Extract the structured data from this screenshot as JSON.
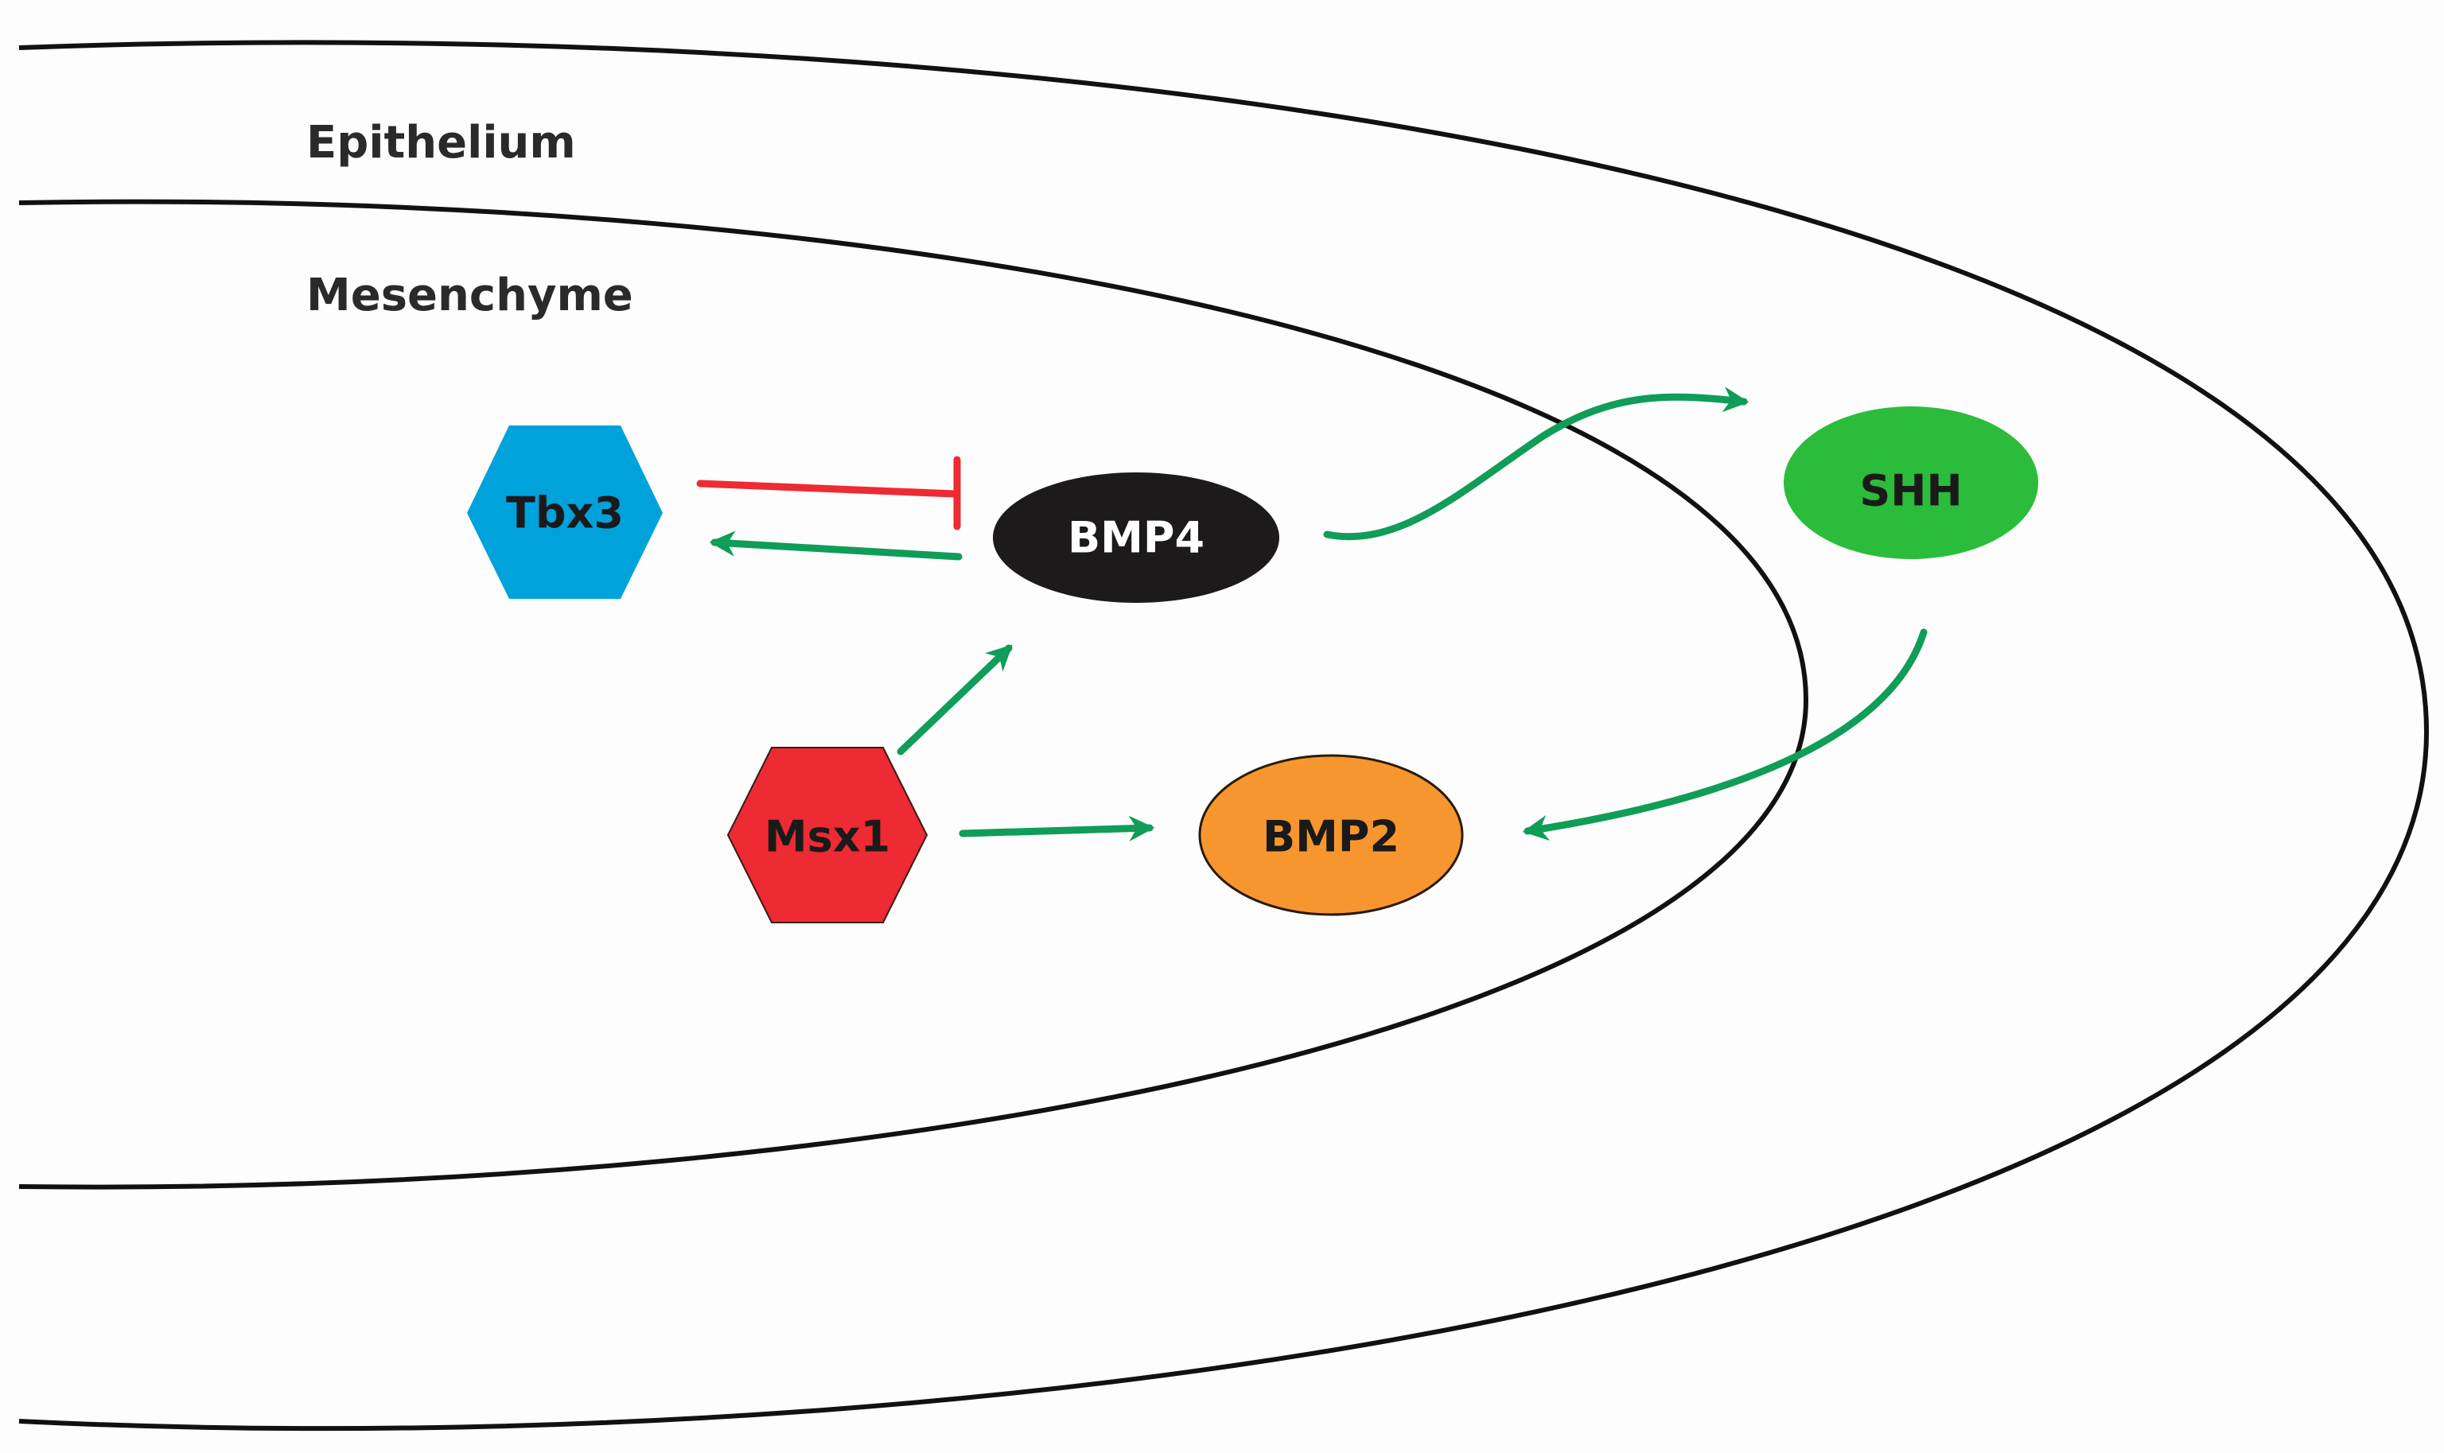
{
  "regions": {
    "epithelium": "Epithelium",
    "mesenchyme": "Mesenchyme"
  },
  "nodes": {
    "tbx3": {
      "label": "Tbx3",
      "shape": "hexagon",
      "fill": "#00a2db",
      "text_color": "#1a1a1a"
    },
    "bmp4": {
      "label": "BMP4",
      "shape": "ellipse",
      "fill": "#1c1a1b",
      "text_color": "#ffffff"
    },
    "shh": {
      "label": "SHH",
      "shape": "ellipse",
      "fill": "#2cbc3c",
      "text_color": "#1a1a1a"
    },
    "msx1": {
      "label": "Msx1",
      "shape": "hexagon",
      "fill": "#ee2a32",
      "text_color": "#1a1a1a"
    },
    "bmp2": {
      "label": "BMP2",
      "shape": "ellipse",
      "fill": "#f7962e",
      "text_color": "#1a1a1a"
    }
  },
  "edges": [
    {
      "from": "Tbx3",
      "to": "BMP4",
      "type": "inhibition",
      "color": "#ee2a32"
    },
    {
      "from": "BMP4",
      "to": "Tbx3",
      "type": "activation",
      "color": "#0f9d58"
    },
    {
      "from": "BMP4",
      "to": "SHH",
      "type": "activation",
      "color": "#0f9d58"
    },
    {
      "from": "SHH",
      "to": "BMP2",
      "type": "activation",
      "color": "#0f9d58"
    },
    {
      "from": "Msx1",
      "to": "BMP4",
      "type": "activation",
      "color": "#0f9d58"
    },
    {
      "from": "Msx1",
      "to": "BMP2",
      "type": "activation",
      "color": "#0f9d58"
    }
  ]
}
